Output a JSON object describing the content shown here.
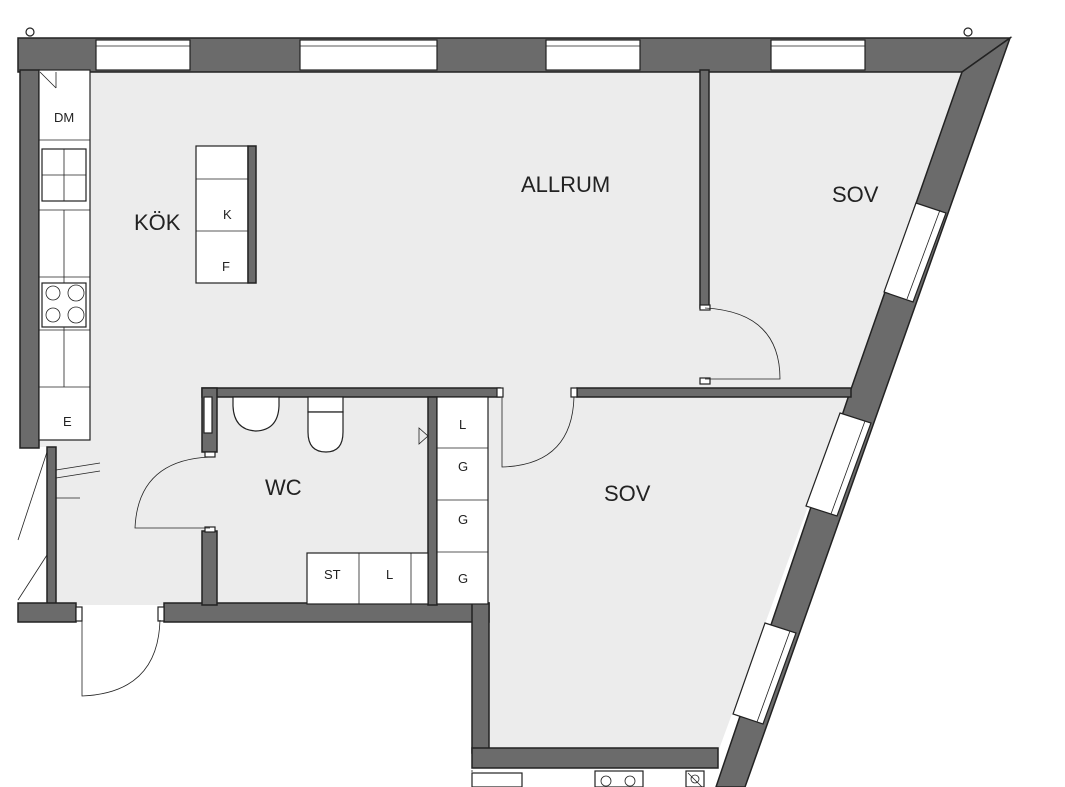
{
  "rooms": {
    "allrum": "ALLRUM",
    "kok": "KÖK",
    "sov_top": "SOV",
    "sov_bottom": "SOV",
    "wc": "WC"
  },
  "fixtures": {
    "dishwasher": "DM",
    "stove": "E",
    "fridge": "K",
    "freezer": "F",
    "wardrobe_l": "L",
    "wardrobe_g1": "G",
    "wardrobe_g2": "G",
    "wardrobe_g3": "G",
    "washer": "ST",
    "wc_cabinet": "L"
  },
  "colors": {
    "wall": "#6b6b6b",
    "floor": "#ececec",
    "outline": "#222222"
  }
}
